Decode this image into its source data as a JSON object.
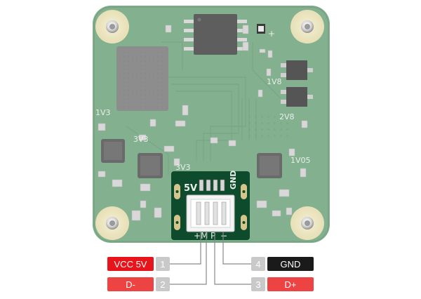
{
  "board": {
    "silkscreen": {
      "v1_8": "1V8",
      "v2_8": "2V8",
      "v1_3": "1V3",
      "v3_3_left": "3V3",
      "v3_3_right": "3V3",
      "v1_05": "1V05",
      "plus_mark": "+"
    }
  },
  "connector": {
    "top_labels": {
      "left": "5V",
      "right": "GND"
    },
    "bottom_labels": {
      "plus": "+",
      "m": "M",
      "p": "P",
      "minus": "−"
    }
  },
  "pins": [
    {
      "number": "1",
      "label": "VCC 5V",
      "label_color": "#e8141b"
    },
    {
      "number": "2",
      "label": "D-",
      "label_color": "#ee4343"
    },
    {
      "number": "3",
      "label": "D+",
      "label_color": "#ee4343"
    },
    {
      "number": "4",
      "label": "GND",
      "label_color": "#1a1a1a"
    }
  ],
  "colors": {
    "pcb": "#83b08f",
    "connector_board": "#0e4a2c",
    "pin_badge": "#c9c9c9",
    "leader_line": "#8a8a8a"
  }
}
